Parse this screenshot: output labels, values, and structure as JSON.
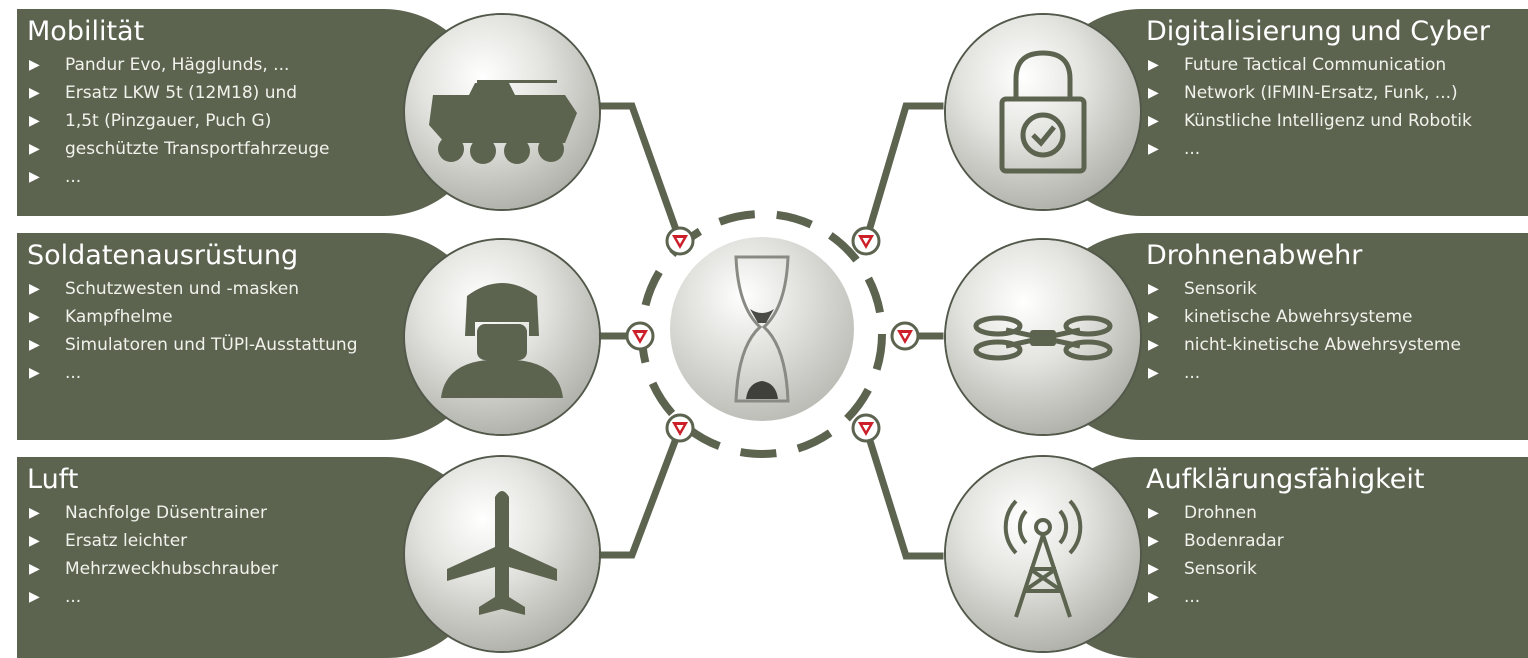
{
  "panels": {
    "mobilitaet": {
      "title": "Mobilität",
      "items": [
        "Pandur Evo, Hägglunds, ...",
        "Ersatz LKW 5t (12M18) und",
        "1,5t (Pinzgauer, Puch G)",
        "geschützte Transportfahrzeuge",
        "..."
      ]
    },
    "soldaten": {
      "title": "Soldatenausrüstung",
      "items": [
        "Schutzwesten und -masken",
        "Kampfhelme",
        "Simulatoren und TÜPl-Ausstattung",
        "..."
      ]
    },
    "luft": {
      "title": "Luft",
      "items": [
        "Nachfolge Düsentrainer",
        "Ersatz leichter",
        "Mehrzweckhubschrauber",
        "..."
      ]
    },
    "cyber": {
      "title": "Digitalisierung und Cyber",
      "items": [
        "Future Tactical Communication",
        "Network (IFMIN-Ersatz, Funk, ...)",
        "Künstliche Intelligenz und Robotik",
        "..."
      ]
    },
    "drohnen": {
      "title": "Drohnenabwehr",
      "items": [
        "Sensorik",
        "kinetische Abwehrsysteme",
        "nicht-kinetische Abwehrsysteme",
        "..."
      ]
    },
    "aufklaerung": {
      "title": "Aufklärungsfähigkeit",
      "items": [
        "Drohnen",
        "Bodenradar",
        "Sensorik",
        "..."
      ]
    }
  },
  "icons": {
    "mobilitaet": "armored-vehicle-icon",
    "soldaten": "soldier-helmet-icon",
    "luft": "airplane-icon",
    "cyber": "padlock-check-icon",
    "drohnen": "drone-icon",
    "aufklaerung": "radio-tower-icon",
    "center": "hourglass-icon",
    "markers": "austrian-roundel-icon"
  },
  "colors": {
    "panel": "#5c6450",
    "connector": "#5c6450",
    "marker_red": "#cc1f2a"
  }
}
